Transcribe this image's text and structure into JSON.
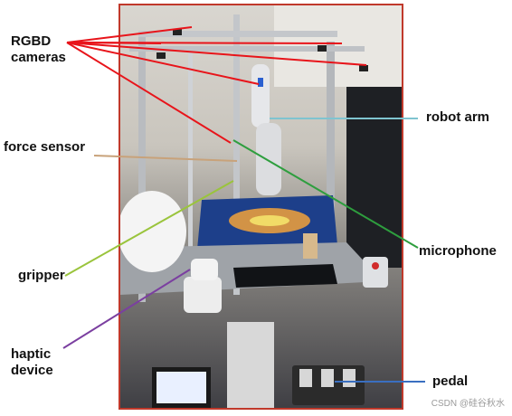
{
  "labels": {
    "rgbd": [
      "RGBD",
      "cameras"
    ],
    "force_sensor": "force sensor",
    "gripper": "gripper",
    "haptic": [
      "haptic",
      "device"
    ],
    "robot_arm": "robot arm",
    "microphone": "microphone",
    "pedal": "pedal"
  },
  "colors": {
    "rgbd": "#e8141a",
    "force_sensor": "#c8a27a",
    "gripper": "#9ac43c",
    "haptic": "#7b3fa0",
    "robot_arm": "#7fc4d0",
    "microphone": "#2e9e3e",
    "pedal": "#3a6fc0"
  },
  "watermark": "CSDN @硅谷秋水"
}
